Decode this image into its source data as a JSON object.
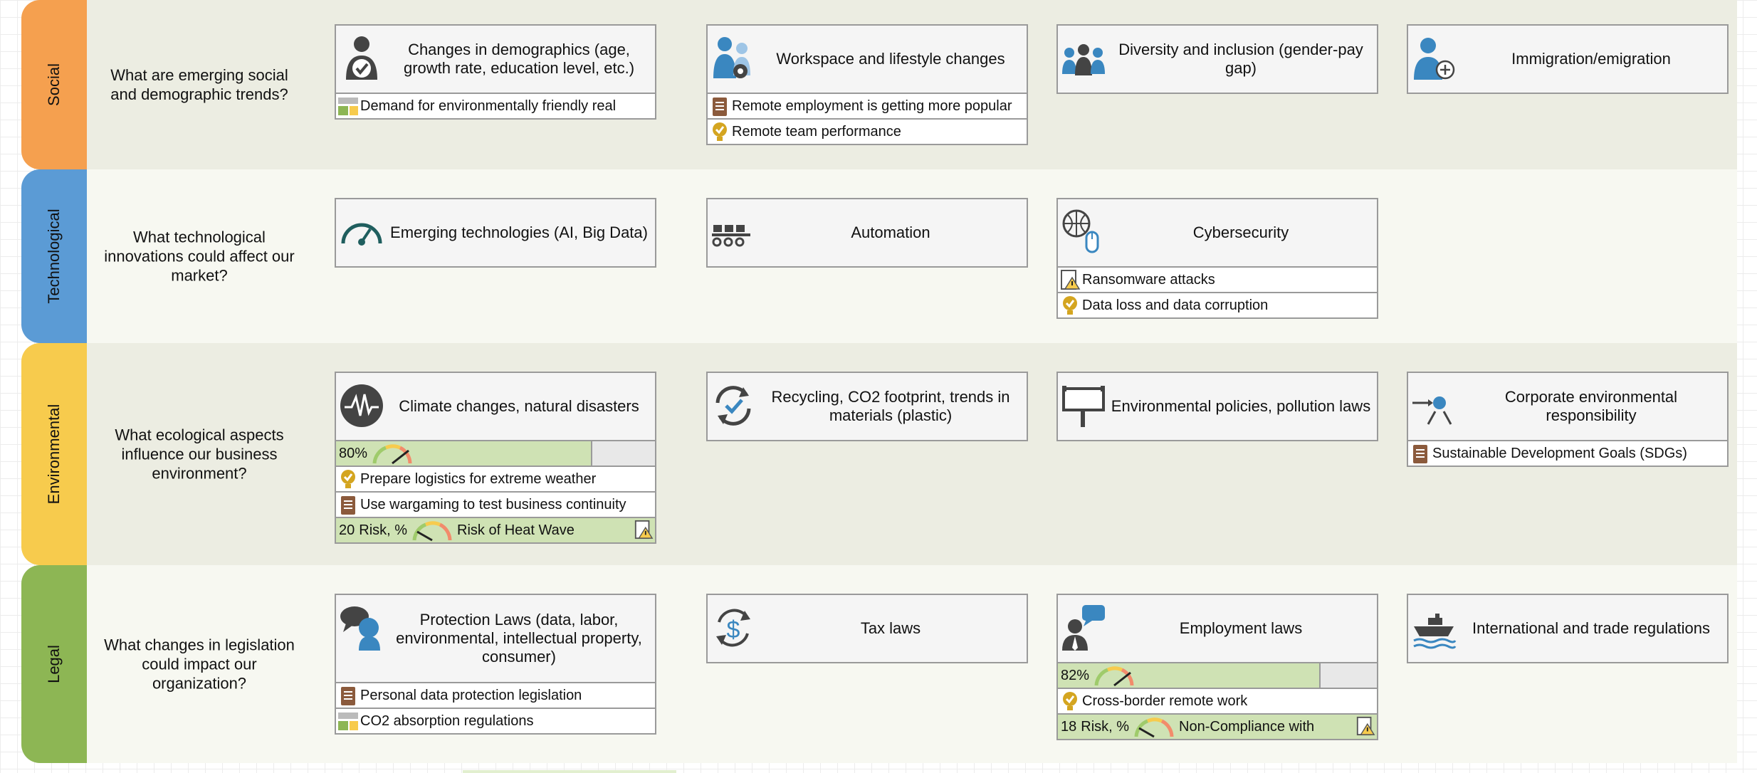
{
  "rows": [
    {
      "label": "Social",
      "question": "What are emerging social and demographic trends?",
      "tab_color": "#F5A04F",
      "bg_color": "#ECEDE2",
      "cards": [
        {
          "title": "Changes in demographics (age, growth rate, education level, etc.)",
          "icon": "person-check-icon",
          "items": [
            {
              "icon": "bar-chart-icon",
              "text": "Demand for environmentally friendly real"
            }
          ]
        },
        {
          "title": "Workspace and lifestyle changes",
          "icon": "people-gear-icon",
          "items": [
            {
              "icon": "clipboard-icon",
              "text": "Remote employment is getting more popular"
            },
            {
              "icon": "lightbulb-check-icon",
              "text": "Remote team performance"
            }
          ]
        },
        {
          "title": "Diversity and inclusion (gender-pay gap)",
          "icon": "group-icon",
          "items": []
        },
        {
          "title": "Immigration/emigration",
          "icon": "person-add-icon",
          "items": []
        }
      ]
    },
    {
      "label": "Technological",
      "question": "What technological innovations could affect our market?",
      "tab_color": "#5B9BD5",
      "bg_color": "#F7F8F1",
      "cards": [
        {
          "title": "Emerging technologies (AI, Big Data)",
          "icon": "gauge-icon",
          "items": []
        },
        {
          "title": "Automation",
          "icon": "conveyor-icon",
          "items": []
        },
        {
          "title": "Cybersecurity",
          "icon": "globe-mouse-icon",
          "items": [
            {
              "icon": "warning-doc-icon",
              "text": "Ransomware attacks"
            },
            {
              "icon": "lightbulb-check-icon",
              "text": "Data loss and data corruption"
            }
          ]
        }
      ]
    },
    {
      "label": "Environmental",
      "question": "What ecological aspects influence our business environment?",
      "tab_color": "#F7CB4D",
      "bg_color": "#ECEDE2",
      "cards": [
        {
          "title": "Climate changes, natural disasters",
          "icon": "seismograph-icon",
          "progress": {
            "label": "80%",
            "value": 0.8
          },
          "items": [
            {
              "icon": "lightbulb-check-icon",
              "text": "Prepare logistics for extreme weather"
            },
            {
              "icon": "clipboard-icon",
              "text": "Use wargaming to test business continuity"
            }
          ],
          "risk": {
            "value": "20",
            "label": "Risk, %",
            "name": "Risk of Heat Wave"
          }
        },
        {
          "title": "Recycling, CO2 footprint, trends in materials (plastic)",
          "icon": "recycle-check-icon",
          "items": []
        },
        {
          "title": "Environmental policies, pollution laws",
          "icon": "billboard-icon",
          "items": []
        },
        {
          "title": "Corporate environmental responsibility",
          "icon": "person-arrows-icon",
          "items": [
            {
              "icon": "clipboard-icon",
              "text": "Sustainable Development Goals (SDGs)"
            }
          ]
        }
      ]
    },
    {
      "label": "Legal",
      "question": "What changes in legislation could impact our organization?",
      "tab_color": "#8DB654",
      "bg_color": "#F7F8F1",
      "cards": [
        {
          "title": "Protection Laws (data, labor, environmental, intellectual property, consumer)",
          "icon": "speech-heads-icon",
          "items": [
            {
              "icon": "clipboard-icon",
              "text": "Personal data protection legislation"
            },
            {
              "icon": "bar-chart-icon",
              "text": "CO2 absorption regulations"
            }
          ]
        },
        {
          "title": "Tax laws",
          "icon": "dollar-cycle-icon",
          "items": []
        },
        {
          "title": "Employment laws",
          "icon": "person-speech-icon",
          "progress": {
            "label": "82%",
            "value": 0.82
          },
          "items": [
            {
              "icon": "lightbulb-check-icon",
              "text": "Cross-border remote work"
            }
          ],
          "risk": {
            "value": "18",
            "label": "Risk, %",
            "name": "Non-Compliance with"
          }
        },
        {
          "title": "International and trade regulations",
          "icon": "ship-icon",
          "items": []
        }
      ]
    }
  ]
}
